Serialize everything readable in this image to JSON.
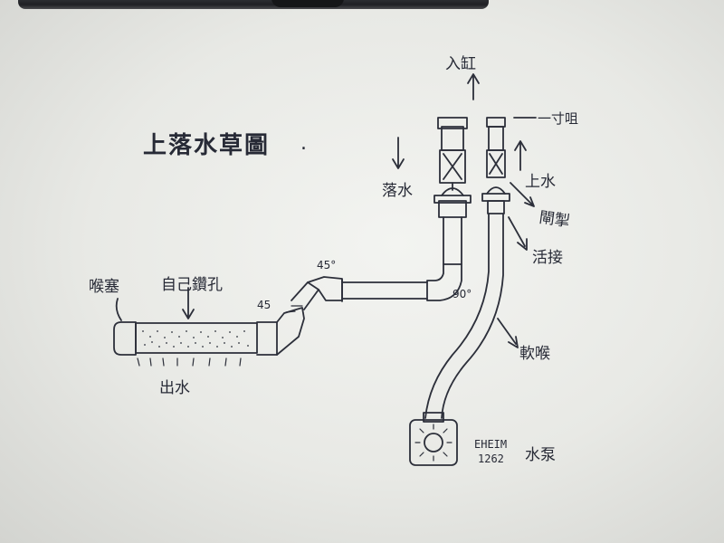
{
  "title": "上落水草圖",
  "labels": {
    "to_tank": "入缸",
    "one_inch": "一寸咀",
    "water_in": "上水",
    "water_out": "落水",
    "valve": "閘掣",
    "union": "活接",
    "soft_hose": "軟喉",
    "end_cap": "喉塞",
    "self_drilled": "自己鑽孔",
    "outflow": "出水",
    "pump": "水泵"
  },
  "angles": {
    "upper_bend": "45°",
    "lower_bend": "45",
    "elbow": "90°"
  },
  "pump_model": {
    "brand": "EHEIM",
    "number": "1262"
  },
  "colors": {
    "ink": "#2c2f3a",
    "paper": "#eeefeb"
  }
}
